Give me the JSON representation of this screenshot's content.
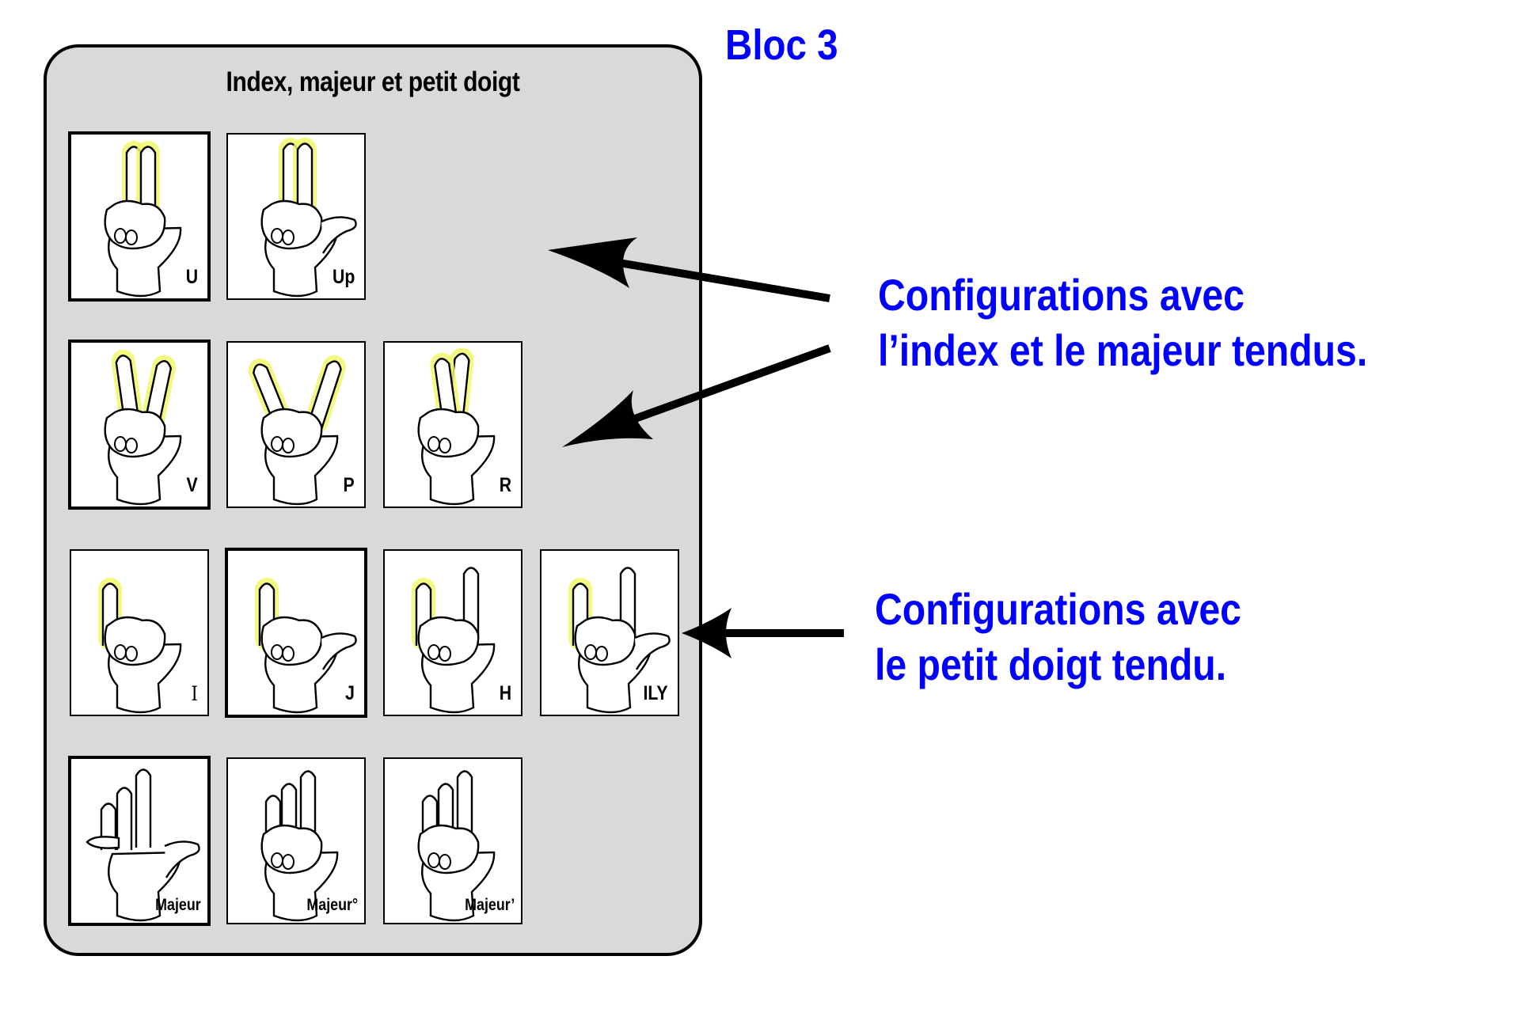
{
  "bloc_title": "Bloc 3",
  "panel": {
    "title": "Index, majeur et petit doigt",
    "rows": [
      [
        {
          "label": "U",
          "emphasized": true,
          "shape": "u",
          "highlight": [
            "index",
            "middle"
          ]
        },
        {
          "label": "Up",
          "emphasized": false,
          "shape": "up",
          "highlight": [
            "index",
            "middle"
          ]
        }
      ],
      [
        {
          "label": "V",
          "emphasized": true,
          "shape": "v",
          "highlight": [
            "index",
            "middle"
          ]
        },
        {
          "label": "P",
          "emphasized": false,
          "shape": "p",
          "highlight": [
            "index",
            "middle"
          ]
        },
        {
          "label": "R",
          "emphasized": false,
          "shape": "r",
          "highlight": [
            "index",
            "middle"
          ]
        }
      ],
      [
        {
          "label": "I",
          "emphasized": false,
          "shape": "i",
          "highlight": [
            "pinky"
          ]
        },
        {
          "label": "J",
          "emphasized": true,
          "shape": "j",
          "highlight": [
            "pinky"
          ]
        },
        {
          "label": "H",
          "emphasized": false,
          "shape": "h",
          "highlight": [
            "pinky"
          ]
        },
        {
          "label": "ILY",
          "emphasized": false,
          "shape": "ily",
          "highlight": [
            "pinky"
          ]
        }
      ],
      [
        {
          "label": "Majeur",
          "emphasized": true,
          "shape": "majeur",
          "highlight": []
        },
        {
          "label": "Majeur°",
          "emphasized": false,
          "shape": "majeur2",
          "highlight": []
        },
        {
          "label": "Majeur’",
          "emphasized": false,
          "shape": "majeur3",
          "highlight": []
        }
      ]
    ]
  },
  "annotations": [
    {
      "lines": [
        "Configurations avec",
        "l’index et le majeur tendus."
      ],
      "arrow_count": 2
    },
    {
      "lines": [
        "Configurations avec",
        "le petit doigt tendu."
      ],
      "arrow_count": 1
    }
  ],
  "colors": {
    "annotation_text": "#0000ff",
    "panel_fill": "#d9d9d9",
    "highlight": "#f0f76a",
    "arrow": "#000000"
  }
}
